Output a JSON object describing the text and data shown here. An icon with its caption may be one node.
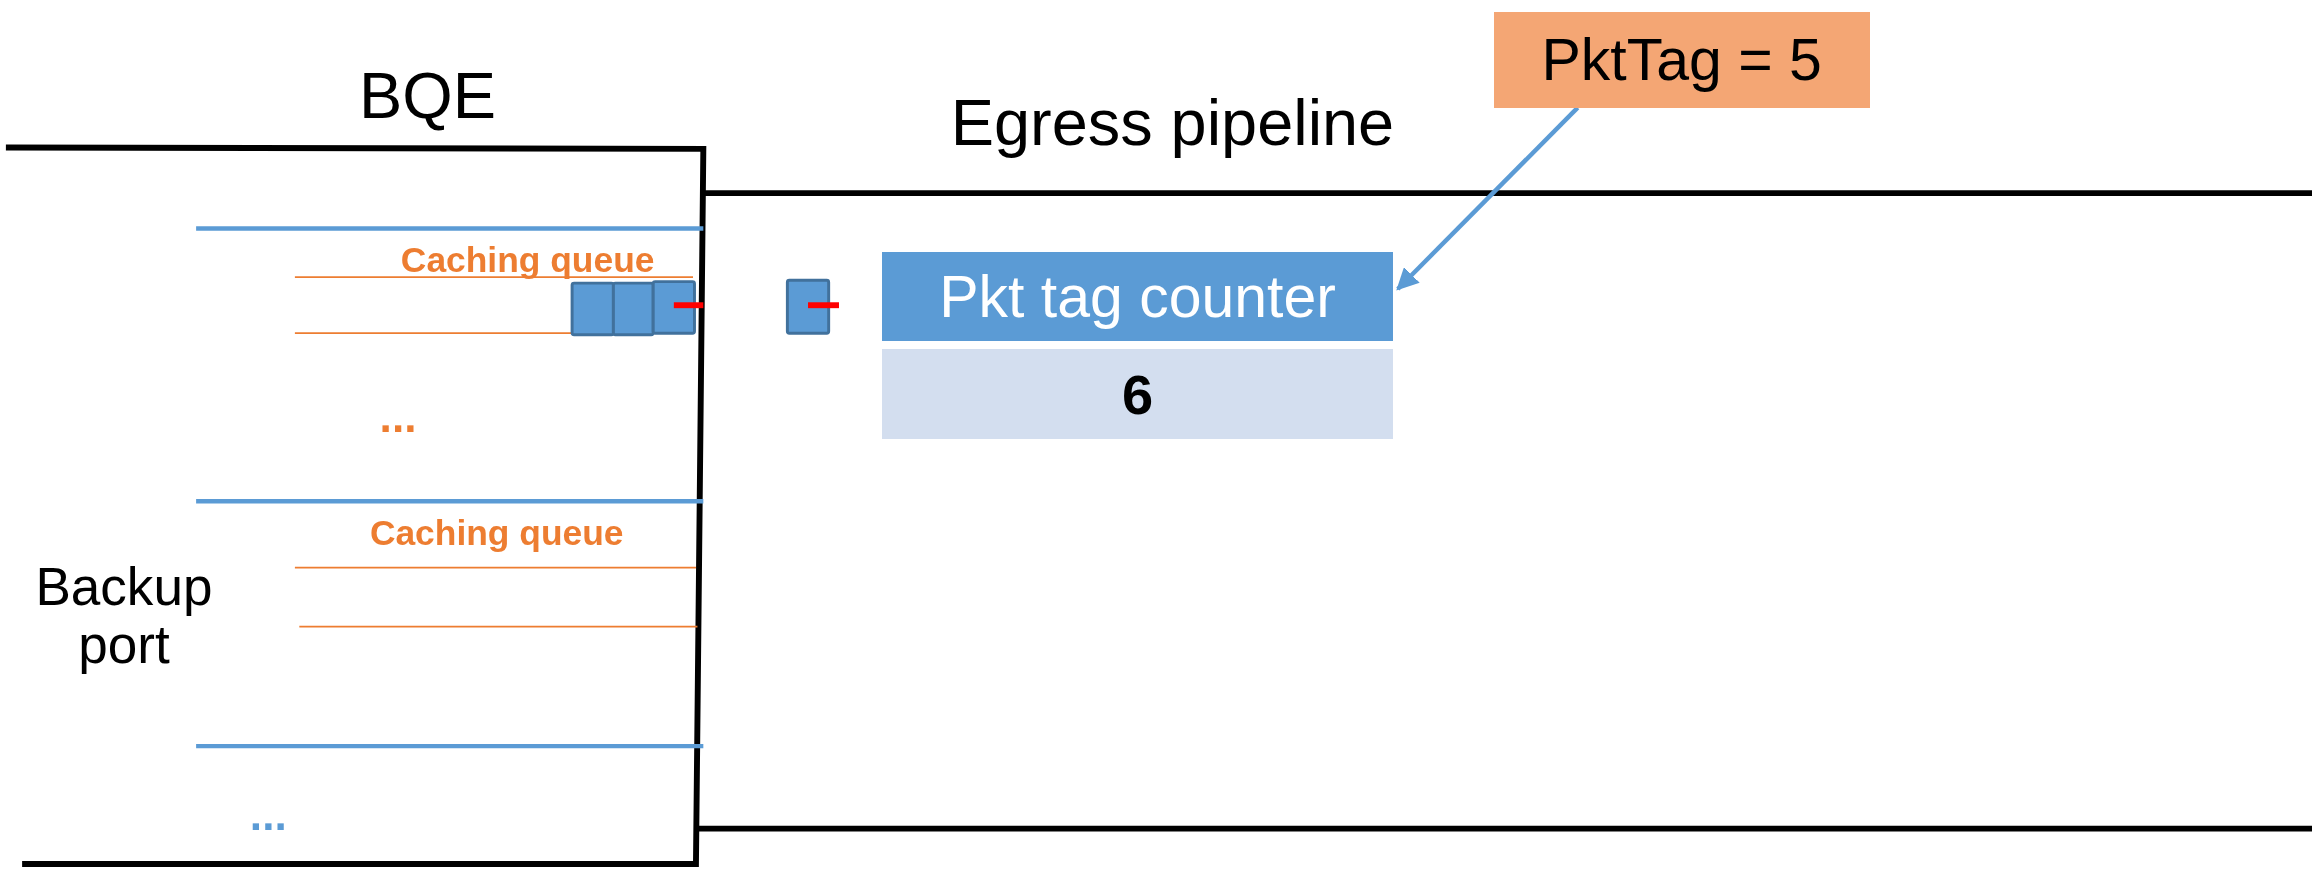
{
  "diagram": {
    "nodes": [
      {
        "text": [
          "PktTag = 5"
        ]
      },
      {
        "text": [
          "Pkt tag counter",
          "6"
        ]
      }
    ],
    "edges": [
      {
        "from": 0,
        "to": 1,
        "arrow": "to"
      }
    ],
    "labels": [
      "BQE",
      "Egress pipeline",
      "Caching queue",
      "...",
      "Caching queue",
      "Backup port",
      "..."
    ]
  }
}
